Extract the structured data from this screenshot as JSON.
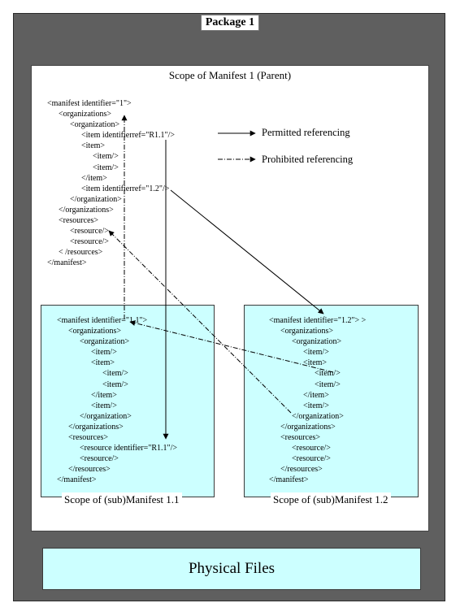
{
  "package": {
    "title": "Package 1"
  },
  "parent_manifest": {
    "title": "Scope of Manifest 1 (Parent)",
    "lines": [
      "<manifest identifier=\"1\">",
      "<organizations>",
      "<organization>",
      "<item identifierref=\"R1.1\"/>",
      "<item>",
      "<item/>",
      "<item/>",
      "</item>",
      "<item identifierref=\"1.2\"/>",
      "</organization>",
      "</organizations>",
      "<resources>",
      "<resource/>",
      "<resource/>",
      "< /resources>",
      "</manifest>"
    ]
  },
  "legend": {
    "permitted": "Permitted referencing",
    "prohibited": "Prohibited referencing"
  },
  "sub_manifest_1": {
    "title": "Scope of (sub)Manifest 1.1",
    "lines": [
      "<manifest identifier=\"1.1\">",
      "<organizations>",
      "<organization>",
      "<item/>",
      "<item>",
      "<item/>",
      "<item/>",
      "</item>",
      "<item/>",
      "</organization>",
      "</organizations>",
      "<resources>",
      "<resource identifier=\"R1.1\"/>",
      "<resource/>",
      "</resources>",
      "</manifest>"
    ]
  },
  "sub_manifest_2": {
    "title": "Scope of (sub)Manifest 1.2",
    "lines": [
      "<manifest identifier=\"1.2\"> >",
      "<organizations>",
      "<organization>",
      "<item/>",
      "<item>",
      "<item/>",
      "<item/>",
      "</item>",
      "<item/>",
      "</organization>",
      "</organizations>",
      "<resources>",
      "<resource/>",
      "<resource/>",
      "</resources>",
      "</manifest>"
    ]
  },
  "physical_files": {
    "label": "Physical Files"
  },
  "colors": {
    "package_bg": "#5f5f5f",
    "scope_bg": "#ffffff",
    "submanifest_bg": "#ccffff"
  }
}
